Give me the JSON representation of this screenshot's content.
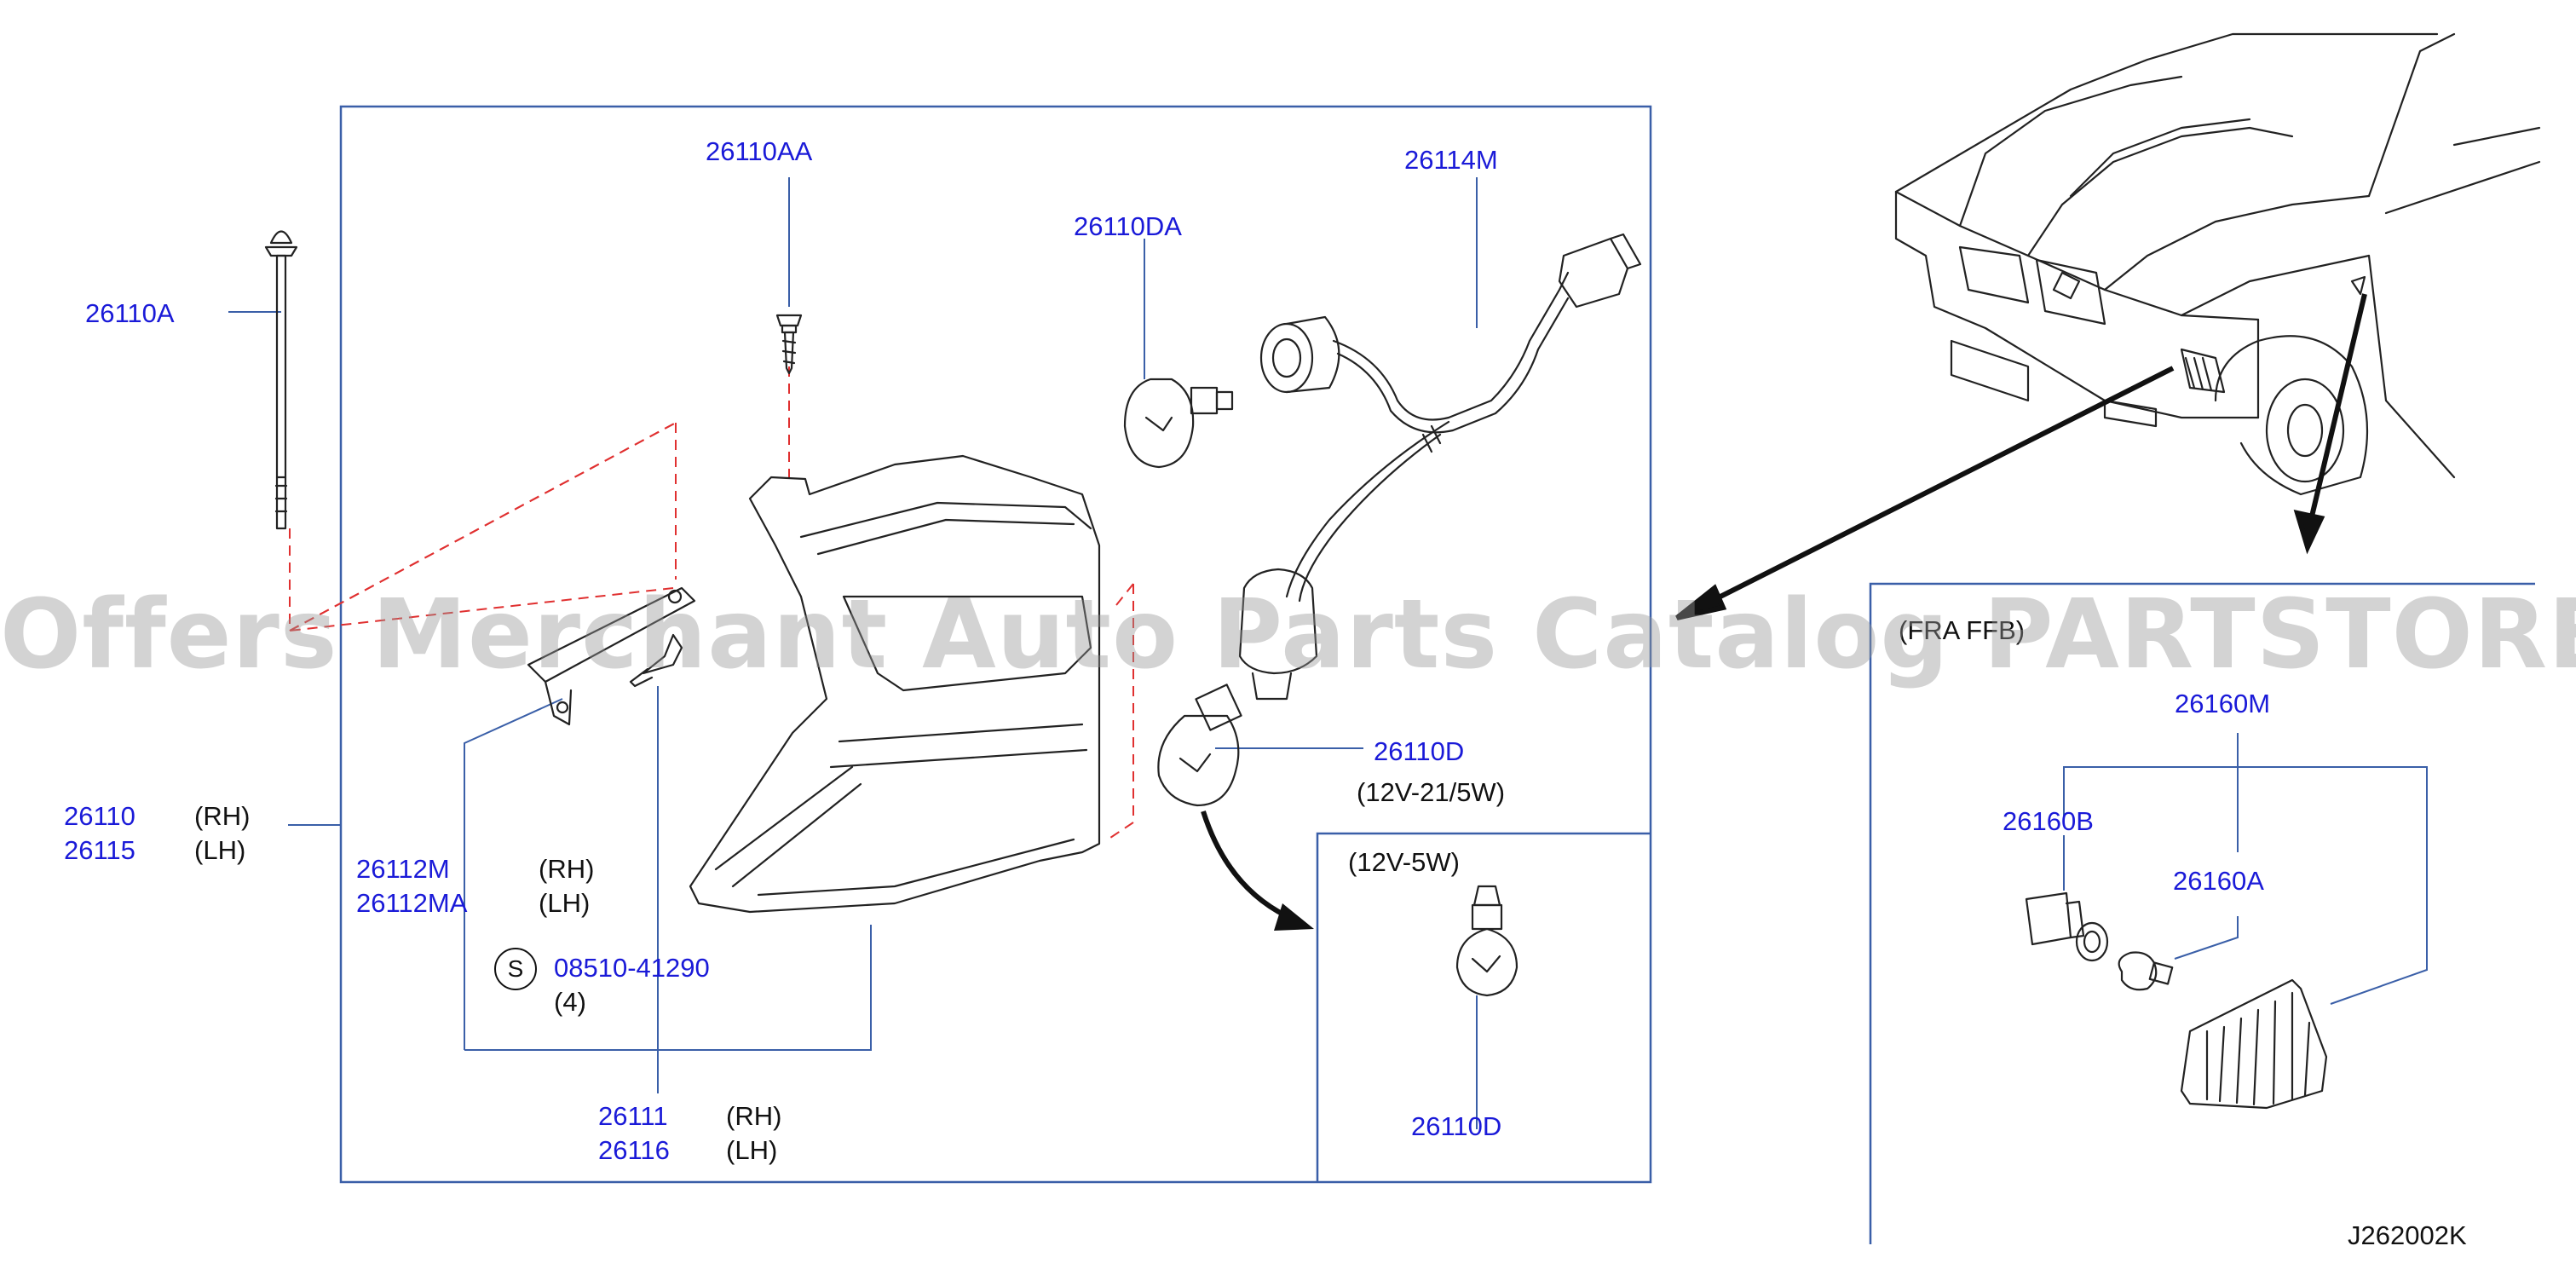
{
  "diagram_code": "J262002K",
  "inset_heading": "(FRA FFB)",
  "watermark": "Offers Merchant Auto Parts Catalog PARTSTORE.SA",
  "colors": {
    "part_number": "#1a1ad8",
    "line": "#3a5fa8",
    "dash": "#e03030",
    "drawing": "#222222"
  },
  "parts": {
    "p26110A": "26110A",
    "p26110AA": "26110AA",
    "p26110DA": "26110DA",
    "p26114M": "26114M",
    "p26110": "26110",
    "p26110_side": "(RH)",
    "p26115": "26115",
    "p26115_side": "(LH)",
    "p26112M": "26112M",
    "p26112M_side": "(RH)",
    "p26112MA": "26112MA",
    "p26112MA_side": "(LH)",
    "s_mark": "S",
    "p0851041290": "08510-41290",
    "qty": "(4)",
    "p26111": "26111",
    "p26111_side": "(RH)",
    "p26116": "26116",
    "p26116_side": "(LH)",
    "p26110D_main": "26110D",
    "spec_21_5w": "(12V-21/5W)",
    "spec_5w": "(12V-5W)",
    "p26110D_sub": "26110D",
    "p26160M": "26160M",
    "p26160B": "26160B",
    "p26160A": "26160A"
  }
}
